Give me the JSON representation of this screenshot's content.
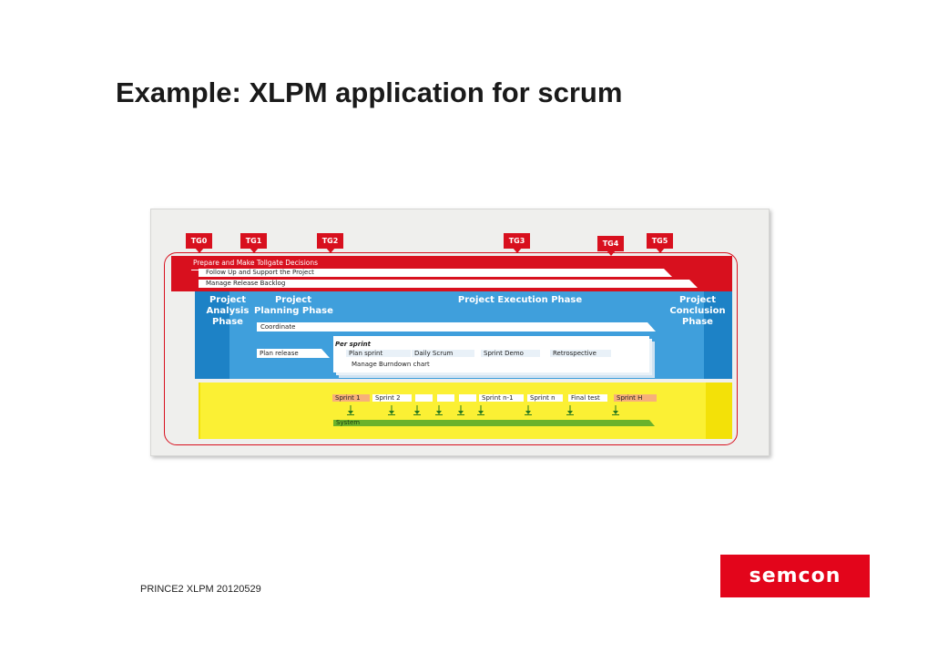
{
  "slide": {
    "title": "Example: XLPM application for scrum",
    "footer": "PRINCE2 XLPM 20120529",
    "logo_text": "semcon"
  },
  "colors": {
    "red": "#d8101e",
    "blue_dark": "#1d82c6",
    "blue_light": "#3f9fdc",
    "yellow": "#fbf034",
    "green": "#6bb22b"
  },
  "diagram": {
    "tollgates": [
      "TG0",
      "TG1",
      "TG2",
      "TG3",
      "TG4",
      "TG5"
    ],
    "decision_bars": [
      "Prepare and Make Tollgate Decisions",
      "Follow Up and Support the Project",
      "Manage Release Backlog"
    ],
    "phases": {
      "analysis": [
        "Project",
        "Analysis",
        "Phase"
      ],
      "planning": [
        "Project",
        "Planning Phase"
      ],
      "execution": "Project Execution Phase",
      "conclusion": [
        "Project",
        "Conclusion",
        "Phase"
      ]
    },
    "coordinate": "Coordinate",
    "plan_release": "Plan release",
    "per_sprint": "Per sprint",
    "sprint_activities": [
      "Plan sprint",
      "Daily Scrum",
      "Sprint Demo",
      "Retrospective"
    ],
    "burndown": "Manage Burndown chart",
    "sprints": [
      "Sprint 1",
      "Sprint 2",
      "Sprint n-1",
      "Sprint n",
      "Final test",
      "Sprint H"
    ],
    "system": "System"
  }
}
